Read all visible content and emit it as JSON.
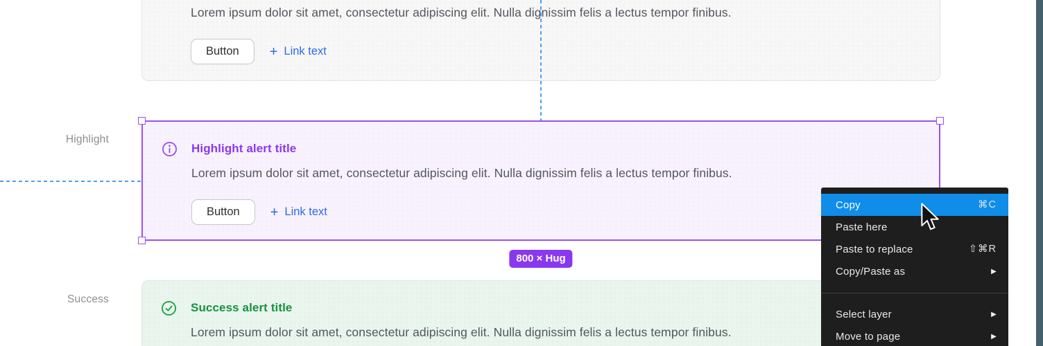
{
  "labels": {
    "highlight": "Highlight",
    "success": "Success"
  },
  "alerts": {
    "default": {
      "body": "Lorem ipsum dolor sit amet, consectetur adipiscing elit. Nulla dignissim felis a lectus tempor finibus.",
      "button_label": "Button",
      "link_label": "Link text"
    },
    "highlight": {
      "title": "Highlight alert title",
      "body": "Lorem ipsum dolor sit amet, consectetur adipiscing elit. Nulla dignissim felis a lectus tempor finibus.",
      "button_label": "Button",
      "link_label": "Link text"
    },
    "success": {
      "title": "Success alert title",
      "body": "Lorem ipsum dolor sit amet, consectetur adipiscing elit. Nulla dignissim felis a lectus tempor finibus."
    }
  },
  "selection": {
    "size_badge": "800 × Hug",
    "selection_color": "#9b4ff2",
    "guide_color": "#4aa0f2"
  },
  "icons": {
    "plus": "+",
    "submenu_arrow": "▶"
  },
  "context_menu": {
    "bg": "#1e1e1e",
    "highlight_color": "#0f8de9",
    "highlighted_item": "Copy",
    "items": [
      {
        "label": "Copy",
        "shortcut": "⌘C"
      },
      {
        "label": "Paste here",
        "shortcut": ""
      },
      {
        "label": "Paste to replace",
        "shortcut": "⇧⌘R"
      },
      {
        "label": "Copy/Paste as",
        "shortcut": ""
      },
      {
        "label": "Select layer",
        "shortcut": ""
      },
      {
        "label": "Move to page",
        "shortcut": ""
      }
    ]
  },
  "colors": {
    "highlight_title": "#8a38f0",
    "highlight_bg": "#f8f2fe",
    "success_title": "#179240",
    "success_bg": "#e9f5ed",
    "link_blue": "#2b6be8",
    "body_text": "#53565c",
    "right_strip": "#45606d",
    "badge_bg": "#8a38f0"
  }
}
